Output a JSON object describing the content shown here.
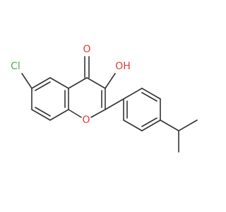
{
  "molecule": {
    "atoms": {
      "chlorine": {
        "label": "Cl",
        "color": "#4caf50"
      },
      "ketone_oxygen": {
        "label": "O",
        "color": "#e53935"
      },
      "hydroxyl": {
        "label": "OH",
        "color": "#e53935"
      },
      "ring_oxygen": {
        "label": "O",
        "color": "#e53935"
      }
    },
    "bond_color": "#333333"
  }
}
